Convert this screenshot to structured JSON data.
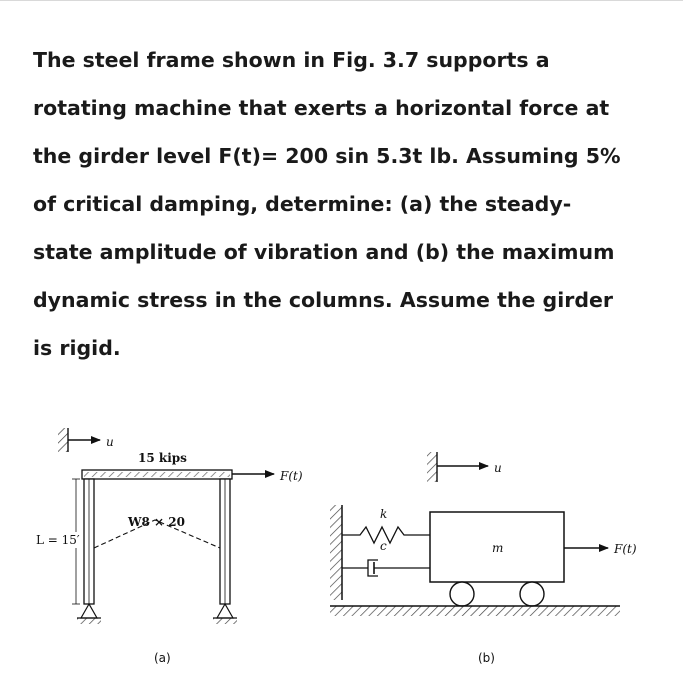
{
  "problem": {
    "lines": [
      "The steel frame shown in Fig. 3.7 supports a",
      "rotating machine that exerts a horizontal force at",
      "the girder level F(t)= 200 sin 5.3t lb. Assuming 5%",
      "of critical damping, determine: (a) the steady-",
      "state amplitude of vibration and (b) the maximum",
      "dynamic stress in the columns. Assume the girder",
      "is rigid."
    ]
  },
  "figure_a": {
    "displacement_label": "u",
    "weight_label": "15 kips",
    "force_label": "F(t)",
    "section_label": "W8 × 20",
    "height_label": "L = 15′",
    "caption": "(a)"
  },
  "figure_b": {
    "displacement_label": "u",
    "spring_label": "k",
    "damper_label": "c",
    "mass_label": "m",
    "force_label": "F(t)",
    "caption": "(b)"
  }
}
